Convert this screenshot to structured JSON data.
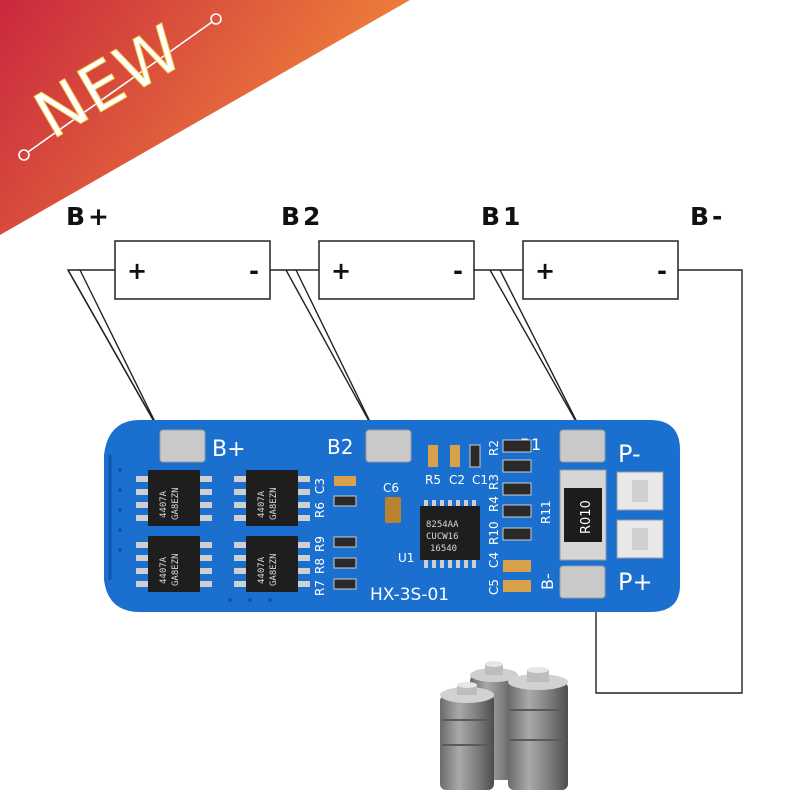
{
  "ribbon": {
    "text": "NEW"
  },
  "nodes": [
    {
      "id": "b-plus",
      "label": "B+"
    },
    {
      "id": "b2",
      "label": "B2"
    },
    {
      "id": "b1",
      "label": "B1"
    },
    {
      "id": "b-minus",
      "label": "B-"
    }
  ],
  "cells": [
    {
      "plus": "+",
      "minus": "-"
    },
    {
      "plus": "+",
      "minus": "-"
    },
    {
      "plus": "+",
      "minus": "-"
    }
  ],
  "board": {
    "model": "HX-3S-01",
    "pads": {
      "bplus": "B+",
      "b2": "B2",
      "b1": "B1",
      "bminus": "B-",
      "pminus": "P-",
      "pplus": "P+"
    },
    "refs": {
      "c3": "C3",
      "c6": "C6",
      "r6": "R6",
      "r9": "R9",
      "r8": "R8",
      "r7": "R7",
      "r5": "R5",
      "c2": "C2",
      "c1": "C1",
      "r2": "R2",
      "r3": "R3",
      "r4": "R4",
      "r10": "R10",
      "c4": "C4",
      "c5": "C5",
      "u1": "U1",
      "r11": "R11"
    },
    "shunt": "R010",
    "ic_lines": [
      "8254AA",
      "CUCW16",
      "16540"
    ],
    "mosfet_lines": [
      "4407A",
      "GA8EZN"
    ],
    "colors": {
      "pcb": "#1a6fcf",
      "pcb_dark": "#0f56a8",
      "pad": "#c9c9c9",
      "ribbon_start": "#c9283e",
      "ribbon_end": "#f28a3a",
      "wire": "#222222"
    }
  }
}
